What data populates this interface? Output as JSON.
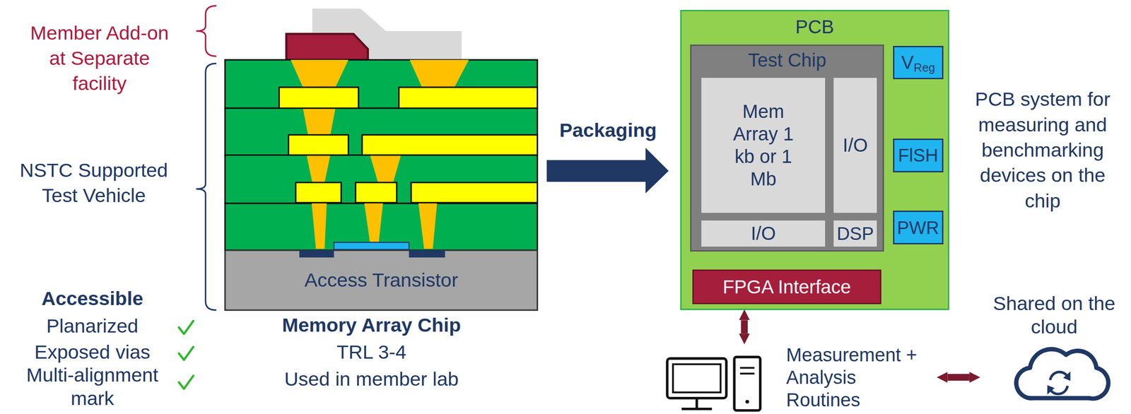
{
  "diagram": {
    "nodes": [
      {
        "text": [
          "Access Transistor"
        ]
      },
      {
        "text": [
          "PCB"
        ]
      },
      {
        "text": [
          "Test Chip"
        ],
        "in": 1
      },
      {
        "text": [
          "Mem Array 1 kb or 1 Mb"
        ],
        "in": 2
      },
      {
        "text": [
          "I/O"
        ],
        "in": 2
      },
      {
        "text": [
          "I/O"
        ],
        "in": 2
      },
      {
        "text": [
          "DSP"
        ],
        "in": 2
      },
      {
        "text": [
          "V",
          "Reg"
        ],
        "in": 1
      },
      {
        "text": [
          "FlSH"
        ],
        "in": 1
      },
      {
        "text": [
          "PWR"
        ],
        "in": 1
      },
      {
        "text": [
          "FPGA Interface"
        ],
        "in": 1
      },
      {
        "text": [
          "Measurement + Analysis Routines"
        ]
      },
      {
        "text": [
          "Shared on the cloud"
        ]
      }
    ],
    "edges": [
      {
        "from": 1,
        "to": 11,
        "arrow": "both"
      },
      {
        "from": 11,
        "to": 12,
        "arrow": "both"
      }
    ],
    "labels": [
      "Member Add-on at Separate facility",
      "NSTC Supported Test Vehicle",
      "Accessible",
      "Planarized",
      "Exposed vias",
      "Multi-alignment mark",
      "Memory Array Chip",
      "TRL 3-4",
      "Used in member lab",
      "Packaging",
      "PCB system for measuring and benchmarking devices on the chip"
    ]
  }
}
